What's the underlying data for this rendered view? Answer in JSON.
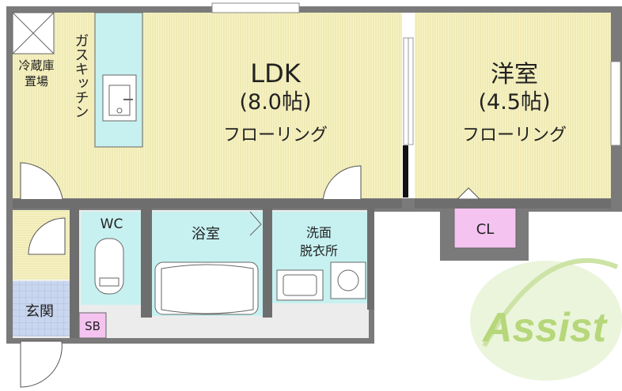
{
  "rooms": {
    "ldk": {
      "name": "LDK",
      "size": "(8.0帖)",
      "floor": "フローリング"
    },
    "western": {
      "name": "洋室",
      "size": "(4.5帖)",
      "floor": "フローリング"
    },
    "fridge_line1": "冷蔵庫",
    "fridge_line2": "置場",
    "kitchen": "ガスキッチン",
    "wc": "WC",
    "bath": "浴室",
    "washroom_line1": "洗面",
    "washroom_line2": "脱衣所",
    "entrance": "玄関",
    "shoe_box": "SB",
    "closet": "CL"
  },
  "logo": {
    "text": "Assist"
  },
  "colors": {
    "flooring": "#f7f3c4",
    "wet_area": "#c7f1f1",
    "entrance": "#c9d6ef",
    "storage": "#f4c3ef",
    "wall": "#6e6e6e",
    "logo": "#b6d77a"
  }
}
